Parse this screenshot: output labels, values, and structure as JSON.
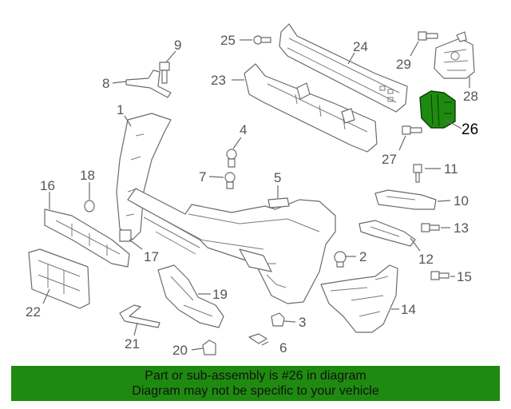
{
  "diagram": {
    "highlight_color": "#1f8a10",
    "highlighted_part": "26",
    "callouts": [
      {
        "id": "1",
        "text": "1"
      },
      {
        "id": "2",
        "text": "2"
      },
      {
        "id": "3",
        "text": "3"
      },
      {
        "id": "4",
        "text": "4"
      },
      {
        "id": "5",
        "text": "5"
      },
      {
        "id": "6",
        "text": "6"
      },
      {
        "id": "7",
        "text": "7"
      },
      {
        "id": "8",
        "text": "8"
      },
      {
        "id": "9",
        "text": "9"
      },
      {
        "id": "10",
        "text": "10"
      },
      {
        "id": "11",
        "text": "11"
      },
      {
        "id": "12",
        "text": "12"
      },
      {
        "id": "13",
        "text": "13"
      },
      {
        "id": "14",
        "text": "14"
      },
      {
        "id": "15",
        "text": "15"
      },
      {
        "id": "16",
        "text": "16"
      },
      {
        "id": "17",
        "text": "17"
      },
      {
        "id": "18",
        "text": "18"
      },
      {
        "id": "19",
        "text": "19"
      },
      {
        "id": "20",
        "text": "20"
      },
      {
        "id": "21",
        "text": "21"
      },
      {
        "id": "22",
        "text": "22"
      },
      {
        "id": "23",
        "text": "23"
      },
      {
        "id": "24",
        "text": "24"
      },
      {
        "id": "25",
        "text": "25"
      },
      {
        "id": "26",
        "text": "26"
      },
      {
        "id": "27",
        "text": "27"
      },
      {
        "id": "28",
        "text": "28"
      },
      {
        "id": "29",
        "text": "29"
      }
    ]
  },
  "banner": {
    "line1": "Part or sub-assembly is #26 in diagram",
    "line2": "Diagram may not be specific to your vehicle",
    "background": "#1f8a10"
  }
}
